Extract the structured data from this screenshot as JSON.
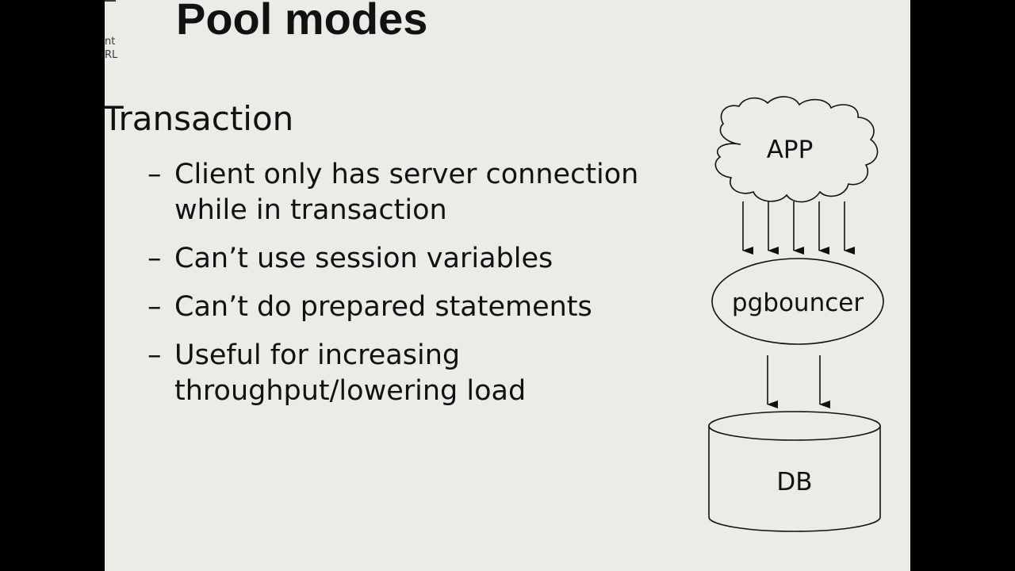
{
  "slide": {
    "logo_fragment": [
      "nt",
      "RL"
    ],
    "title": "Pool modes",
    "section_heading": "Transaction",
    "bullets": [
      {
        "dash": "–",
        "text": "Client only has server connection while in transaction"
      },
      {
        "dash": "–",
        "text": "Can’t use session variables"
      },
      {
        "dash": "–",
        "text": "Can’t do prepared statements"
      },
      {
        "dash": "–",
        "text": "Useful for increasing throughput/lowering load"
      }
    ]
  },
  "diagram": {
    "app_label": "APP",
    "pooler_label": "pgbouncer",
    "db_label": "DB",
    "app_to_pooler_arrow_count": 5,
    "pooler_to_db_arrow_count": 2
  },
  "colors": {
    "background": "#ecebe8",
    "text": "#111111",
    "frame": "#000000"
  }
}
